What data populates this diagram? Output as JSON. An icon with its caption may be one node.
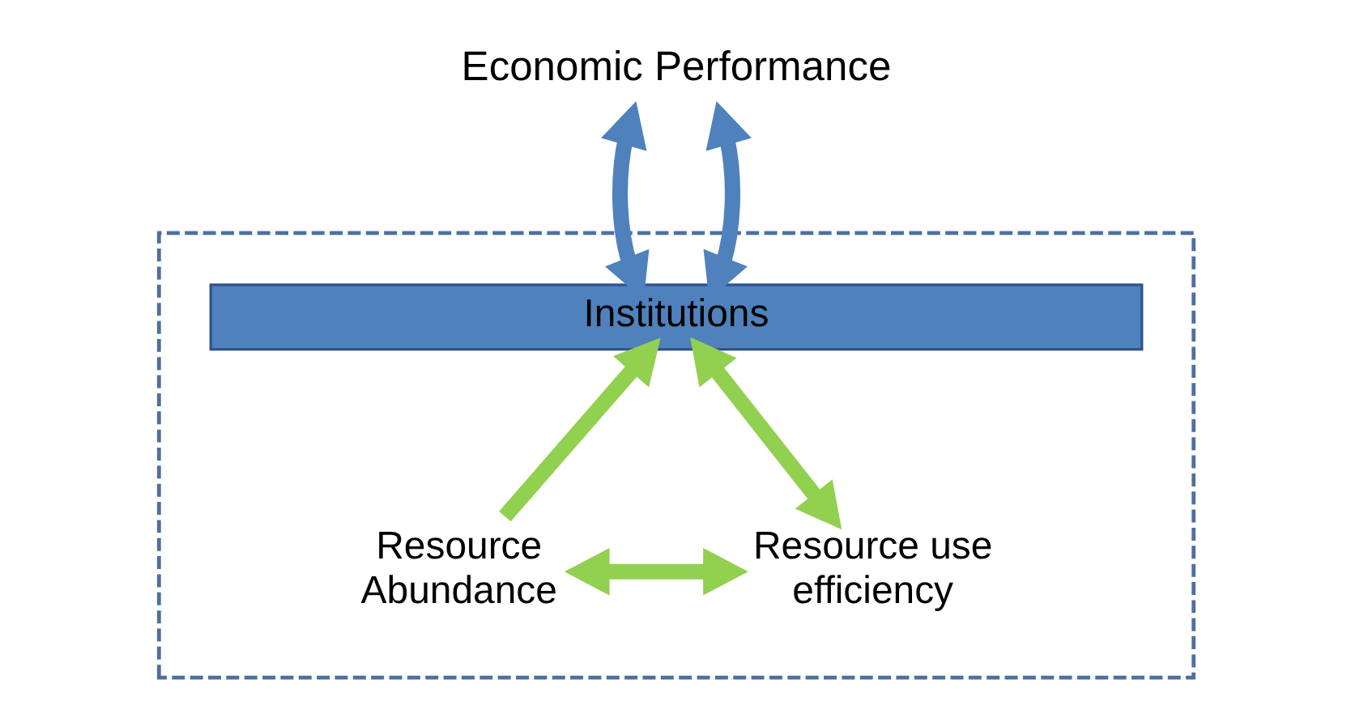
{
  "diagram": {
    "nodes": [
      {
        "text": [
          "Economic Performance"
        ]
      },
      {
        "text": [],
        "shape": "box"
      },
      {
        "text": [
          "Institutions"
        ],
        "in": 1
      },
      {
        "text": [
          "Resource Abundance"
        ],
        "in": 1
      },
      {
        "text": [
          "Resource use efficiency"
        ],
        "in": 1
      }
    ],
    "edges": [
      {
        "from": 2,
        "to": 0,
        "arrow": "both",
        "color": "#4f81bd"
      },
      {
        "from": 0,
        "to": 2,
        "arrow": "both",
        "color": "#4f81bd"
      },
      {
        "from": 3,
        "to": 2,
        "arrow": "to"
      },
      {
        "from": 2,
        "to": 4,
        "arrow": "both"
      },
      {
        "from": 3,
        "to": 4,
        "arrow": "both"
      }
    ]
  }
}
